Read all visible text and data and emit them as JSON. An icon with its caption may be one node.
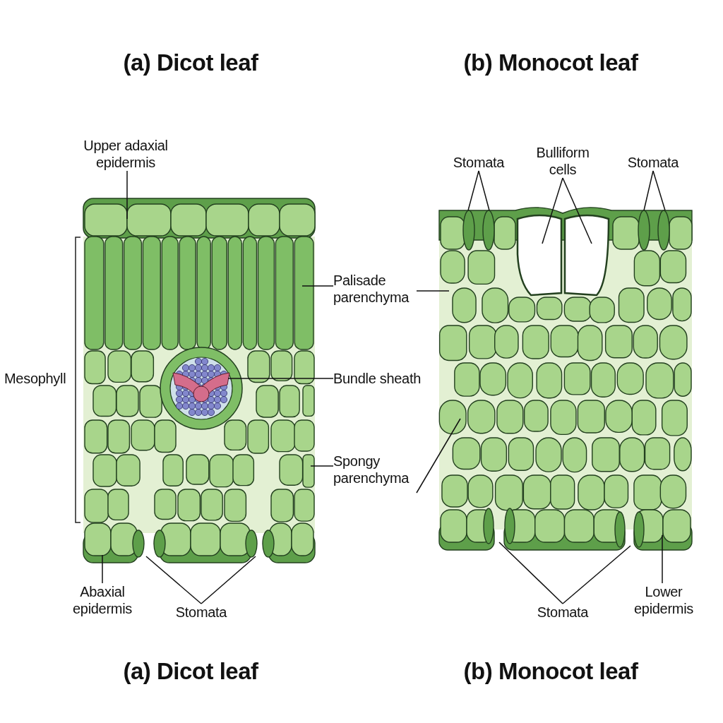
{
  "diagram": {
    "nodes": [
      {
        "text": [
          "Upper adaxial epidermis"
        ]
      },
      {
        "text": [
          "Palisade parenchyma"
        ]
      },
      {
        "text": [
          "Bundle sheath"
        ]
      },
      {
        "text": [
          "Spongy parenchyma"
        ]
      },
      {
        "text": [
          "Mesophyll"
        ]
      },
      {
        "text": [
          "Abaxial epidermis"
        ]
      },
      {
        "text": [
          "Stomata"
        ]
      },
      {
        "text": [
          "Stomata"
        ]
      },
      {
        "text": [
          "Bulliform cells"
        ]
      },
      {
        "text": [
          "Stomata"
        ]
      },
      {
        "text": [
          "Stomata"
        ]
      },
      {
        "text": [
          "Lower epidermis"
        ]
      }
    ],
    "edges": [
      {
        "from": 0,
        "to": null,
        "arrow": "none"
      },
      {
        "from": 1,
        "to": null,
        "arrow": "none"
      },
      {
        "from": 1,
        "to": null,
        "arrow": "none"
      },
      {
        "from": 2,
        "to": null,
        "arrow": "none"
      },
      {
        "from": 3,
        "to": null,
        "arrow": "none"
      },
      {
        "from": 3,
        "to": null,
        "arrow": "none"
      },
      {
        "from": 5,
        "to": null,
        "arrow": "none"
      },
      {
        "from": 6,
        "to": null,
        "arrow": "none"
      },
      {
        "from": 6,
        "to": null,
        "arrow": "none"
      },
      {
        "from": 7,
        "to": null,
        "arrow": "none"
      },
      {
        "from": 7,
        "to": null,
        "arrow": "none"
      },
      {
        "from": 8,
        "to": null,
        "arrow": "none"
      },
      {
        "from": 8,
        "to": null,
        "arrow": "none"
      },
      {
        "from": 9,
        "to": null,
        "arrow": "none"
      },
      {
        "from": 9,
        "to": null,
        "arrow": "none"
      },
      {
        "from": 10,
        "to": null,
        "arrow": "none"
      },
      {
        "from": 10,
        "to": null,
        "arrow": "none"
      },
      {
        "from": 11,
        "to": null,
        "arrow": "none"
      }
    ],
    "labels": [
      "(a) Dicot leaf",
      "(b) Monocot leaf",
      "(a) Dicot leaf",
      "(b) Monocot leaf"
    ]
  }
}
